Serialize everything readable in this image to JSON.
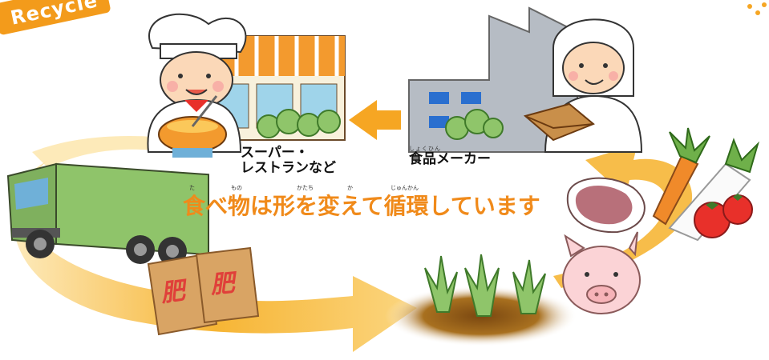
{
  "badge": {
    "text": "Recycle"
  },
  "labels": {
    "retail_line1": "スーパー・",
    "retail_line2": "レストランなど",
    "maker_ruby": "しょくひん",
    "maker": "食品メーカー"
  },
  "headline": {
    "text": "食べ物は形を変えて循環しています",
    "ruby": {
      "ta": "た",
      "mono": "もの",
      "katachi": "かたち",
      "ka": "か",
      "junkan": "じゅんかん"
    }
  },
  "fertilizer": {
    "char1": "肥",
    "char2": "肥"
  },
  "colors": {
    "accent": "#f08a1a",
    "arrow": "#f6b12a",
    "bag_text": "#e0403a"
  },
  "icons": [
    "chef-icon",
    "shop-icon",
    "factory-icon",
    "worker-icon",
    "truck-icon",
    "fertilizer-bag-icon",
    "field-icon",
    "pig-icon",
    "meat-icon",
    "vegetables-icon",
    "cycle-arrow-icon"
  ]
}
